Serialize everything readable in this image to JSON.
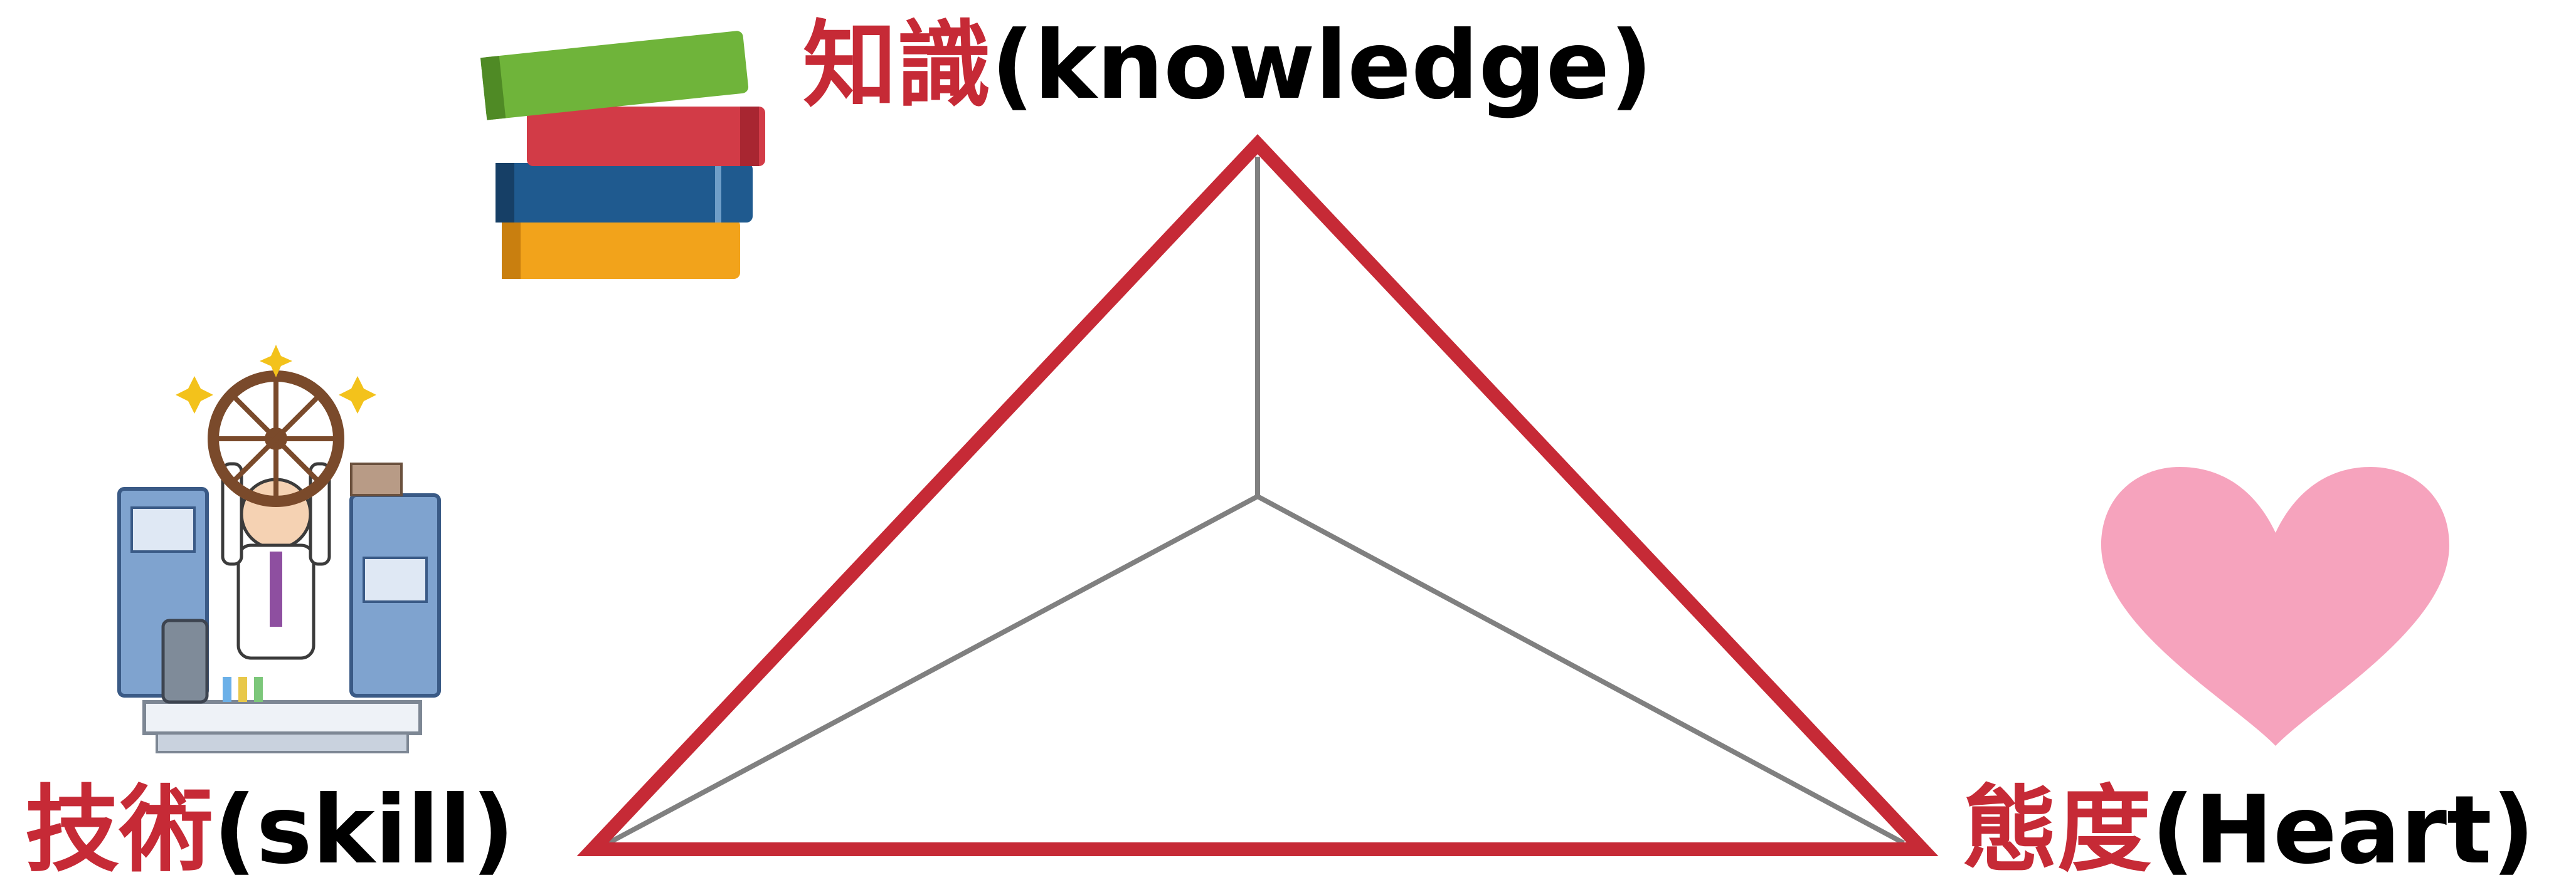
{
  "labels": {
    "knowledge": {
      "jp": "知識",
      "en": "(knowledge)"
    },
    "skill": {
      "jp": "技術",
      "en": "(skill)"
    },
    "heart": {
      "jp": "態度",
      "en": "(Heart)"
    }
  },
  "colors": {
    "accent": "#c62a36",
    "text": "#000000",
    "inner_lines": "#808080",
    "heart_fill": "#f6a3bd",
    "book_green": "#6fb43a",
    "book_red": "#d23b47",
    "book_blue": "#1f5a8f",
    "book_orange": "#f2a31b"
  },
  "icons": {
    "knowledge": "stack-of-books-icon",
    "skill": "scientist-with-lab-equipment-icon",
    "heart": "heart-icon"
  }
}
